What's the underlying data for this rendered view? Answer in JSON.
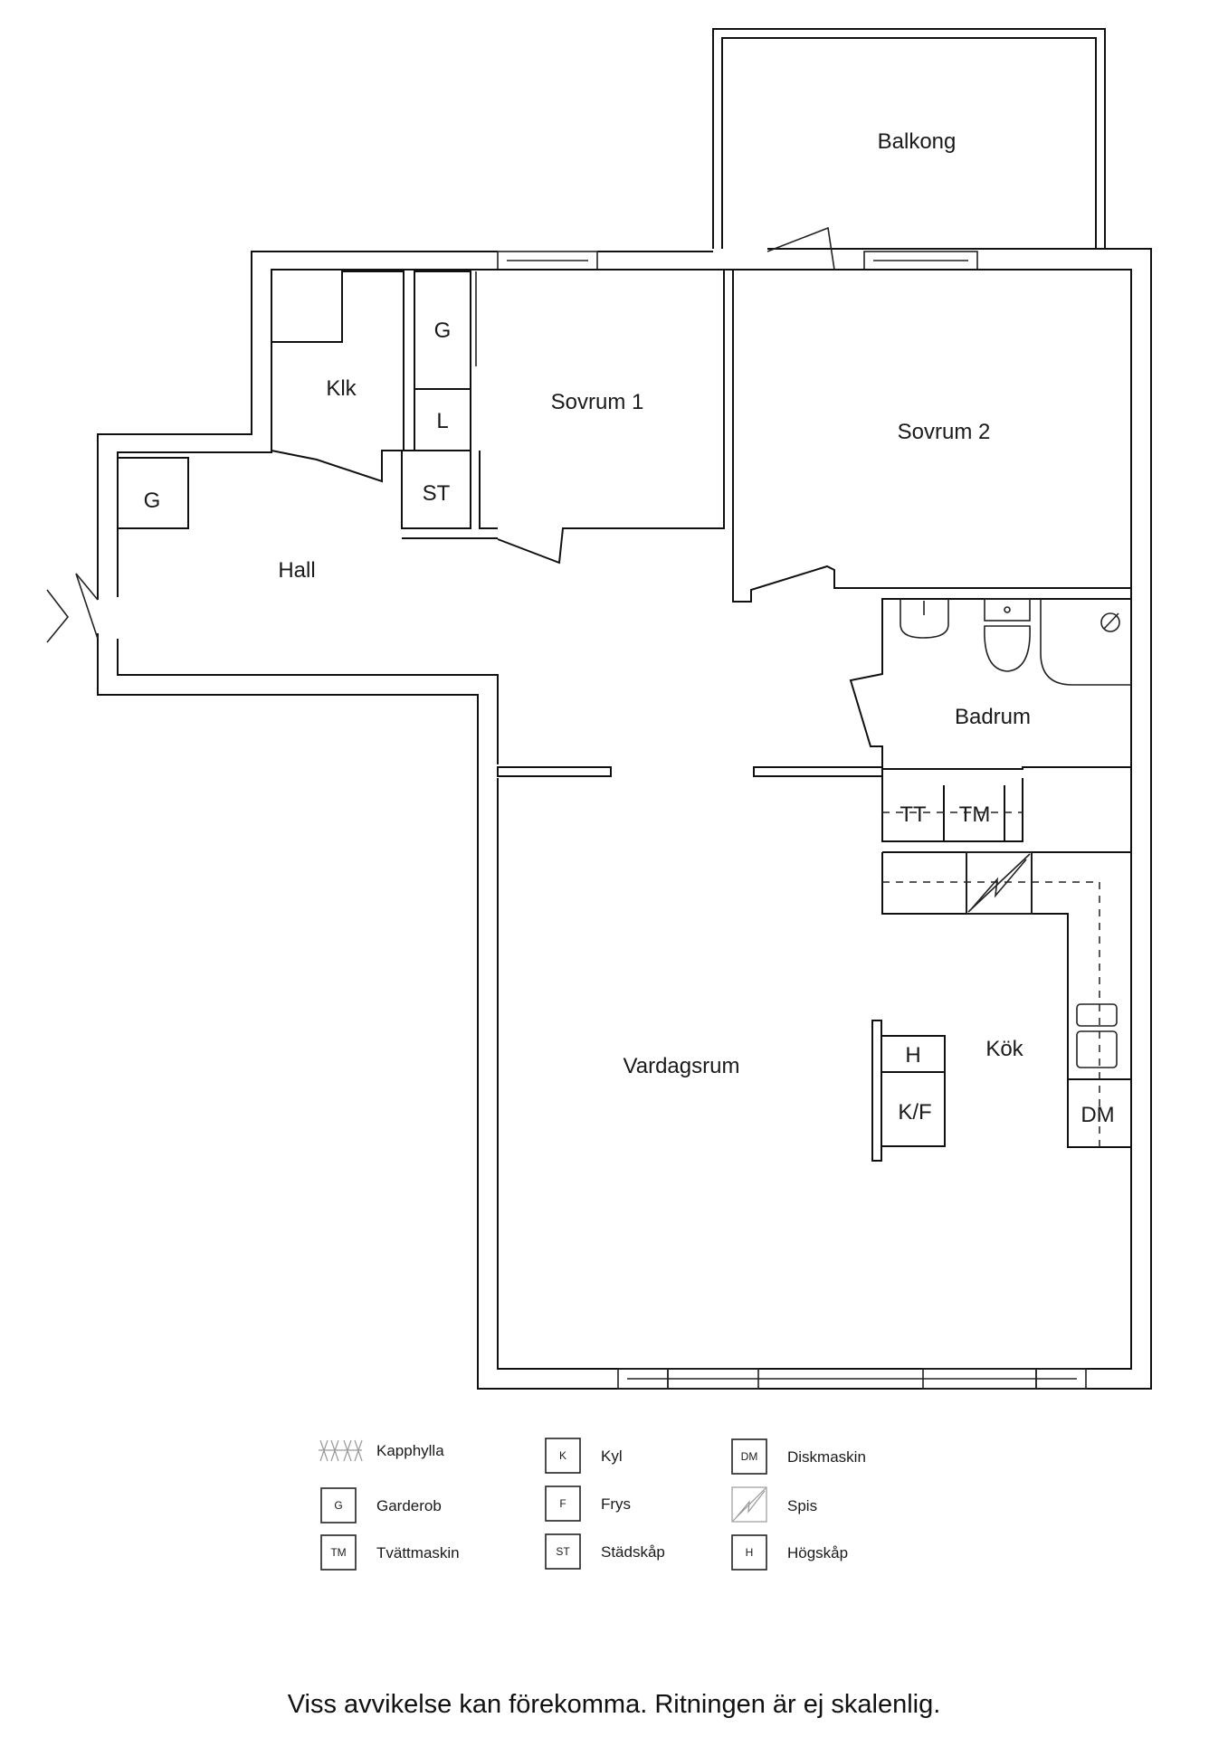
{
  "rooms": {
    "balkong": "Balkong",
    "sovrum1": "Sovrum 1",
    "sovrum2": "Sovrum 2",
    "klk": "Klk",
    "hall": "Hall",
    "badrum": "Badrum",
    "vardagsrum": "Vardagsrum",
    "kok": "Kök"
  },
  "fixtures": {
    "g_closet": "G",
    "l_closet": "L",
    "st_closet": "ST",
    "g_hall": "G",
    "tt": "TT",
    "tm": "TM",
    "h": "H",
    "kf": "K/F",
    "dm": "DM"
  },
  "legend": [
    {
      "code": "",
      "label": "Kapphylla",
      "icon": "coat-rack-icon"
    },
    {
      "code": "G",
      "label": "Garderob",
      "icon": "box"
    },
    {
      "code": "TM",
      "label": "Tvättmaskin",
      "icon": "box"
    },
    {
      "code": "K",
      "label": "Kyl",
      "icon": "box"
    },
    {
      "code": "F",
      "label": "Frys",
      "icon": "box"
    },
    {
      "code": "ST",
      "label": "Städskåp",
      "icon": "box"
    },
    {
      "code": "DM",
      "label": "Diskmaskin",
      "icon": "box"
    },
    {
      "code": "",
      "label": "Spis",
      "icon": "stove-icon"
    },
    {
      "code": "H",
      "label": "Högskåp",
      "icon": "box"
    }
  ],
  "disclaimer": "Viss avvikelse kan förekomma. Ritningen är ej skalenlig."
}
